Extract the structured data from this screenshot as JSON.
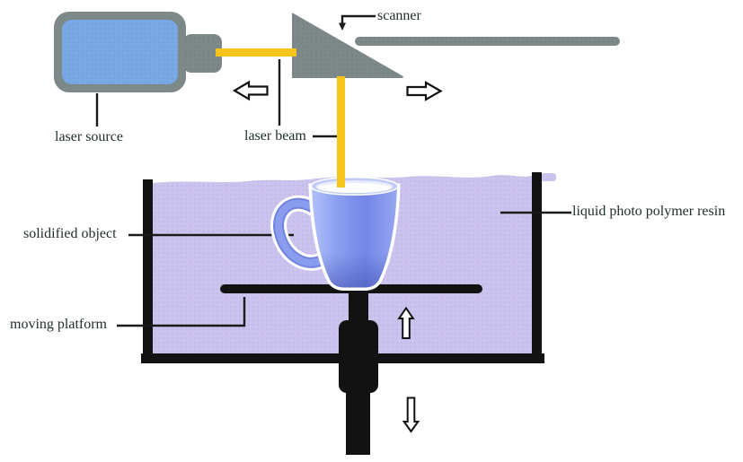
{
  "diagram": {
    "labels": {
      "scanner": "scanner",
      "laser_source": "laser source",
      "laser_beam": "laser beam",
      "solidified_object": "solidified object",
      "moving_platform": "moving platform",
      "resin": "liquid photo polymer resin"
    },
    "colors": {
      "background": "#ffffff",
      "device_gray": "#7d8889",
      "laser_window_blue": "#79a9e4",
      "beam_yellow": "#f7c41b",
      "resin_lavender": "#cbc3ee",
      "tank_ink": "#121212",
      "leader_line": "#1a1a1a",
      "label_text": "#1f2d29",
      "arrow_fill": "#ffffff",
      "arrow_stroke": "#121212",
      "mug_light": "#b2c0f8",
      "mug_mid": "#8da1f1",
      "mug_dark": "#7386e7",
      "mug_handle": "#8a9cee",
      "mug_handle_shade": "#7183df",
      "mug_rim": "#bfcbf7",
      "mug_rim_shade": "#e8ecfd",
      "mug_interior": "#ffffff",
      "halo_white": "#ffffff"
    },
    "icons": {
      "scan_left_arrow": "hollow-arrow-left",
      "scan_right_arrow": "hollow-arrow-right",
      "platform_up_arrow": "hollow-arrow-up",
      "platform_down_arrow": "hollow-arrow-down"
    }
  }
}
